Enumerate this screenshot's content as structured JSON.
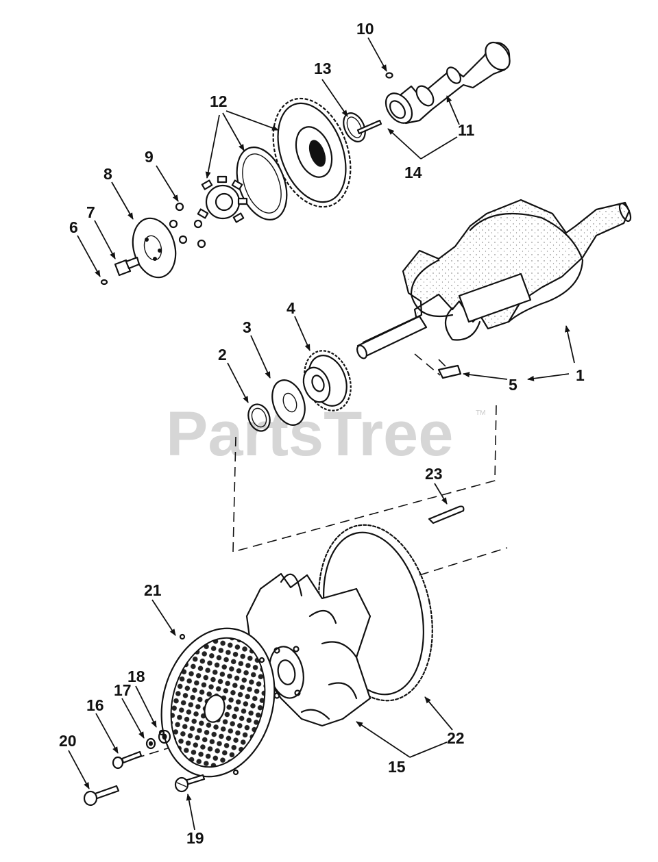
{
  "watermark": {
    "text": "PartsTree",
    "trademark": "TM"
  },
  "callouts": [
    {
      "id": "1",
      "text": "1"
    },
    {
      "id": "2",
      "text": "2"
    },
    {
      "id": "3",
      "text": "3"
    },
    {
      "id": "4",
      "text": "4"
    },
    {
      "id": "5",
      "text": "5"
    },
    {
      "id": "6",
      "text": "6"
    },
    {
      "id": "7",
      "text": "7"
    },
    {
      "id": "8",
      "text": "8"
    },
    {
      "id": "9",
      "text": "9"
    },
    {
      "id": "10",
      "text": "10"
    },
    {
      "id": "11",
      "text": "11"
    },
    {
      "id": "12",
      "text": "12"
    },
    {
      "id": "13",
      "text": "13"
    },
    {
      "id": "14",
      "text": "14"
    },
    {
      "id": "15",
      "text": "15"
    },
    {
      "id": "16",
      "text": "16"
    },
    {
      "id": "17",
      "text": "17"
    },
    {
      "id": "18",
      "text": "18"
    },
    {
      "id": "19",
      "text": "19"
    },
    {
      "id": "20",
      "text": "20"
    },
    {
      "id": "21",
      "text": "21"
    },
    {
      "id": "22",
      "text": "22"
    },
    {
      "id": "23",
      "text": "23"
    }
  ]
}
